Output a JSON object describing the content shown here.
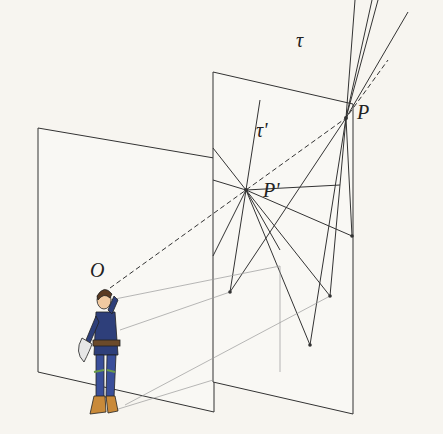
{
  "diagram": {
    "labels": [
      "O",
      "P'",
      "P",
      "τ'",
      "τ"
    ]
  }
}
